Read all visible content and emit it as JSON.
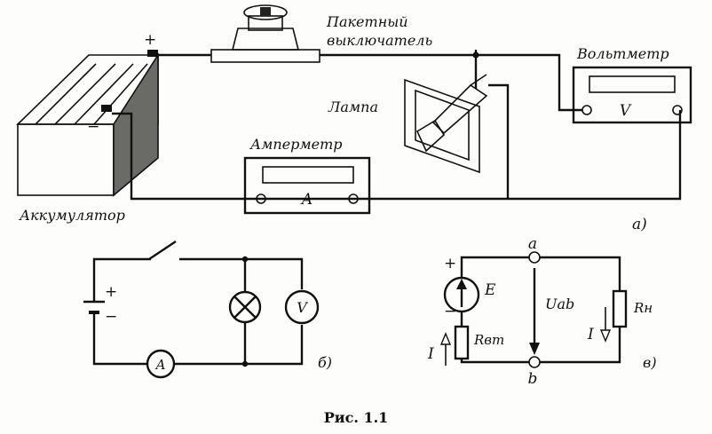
{
  "labels": {
    "switch_line1": "Пакетный",
    "switch_line2": "выключатель",
    "voltmeter": "Вольтметр",
    "lamp": "Лампа",
    "ammeter": "Амперметр",
    "accumulator": "Аккумулятор",
    "part_a": "а)",
    "part_b": "б)",
    "part_v": "в)",
    "plus": "+",
    "minus": "−",
    "meter_v": "V",
    "meter_a": "A",
    "node_a": "a",
    "node_b": "b",
    "emf": "E",
    "voltage": "Uab",
    "r_internal": "Rвт",
    "r_load": "Rн",
    "current": "I"
  },
  "caption": "Рис. 1.1"
}
